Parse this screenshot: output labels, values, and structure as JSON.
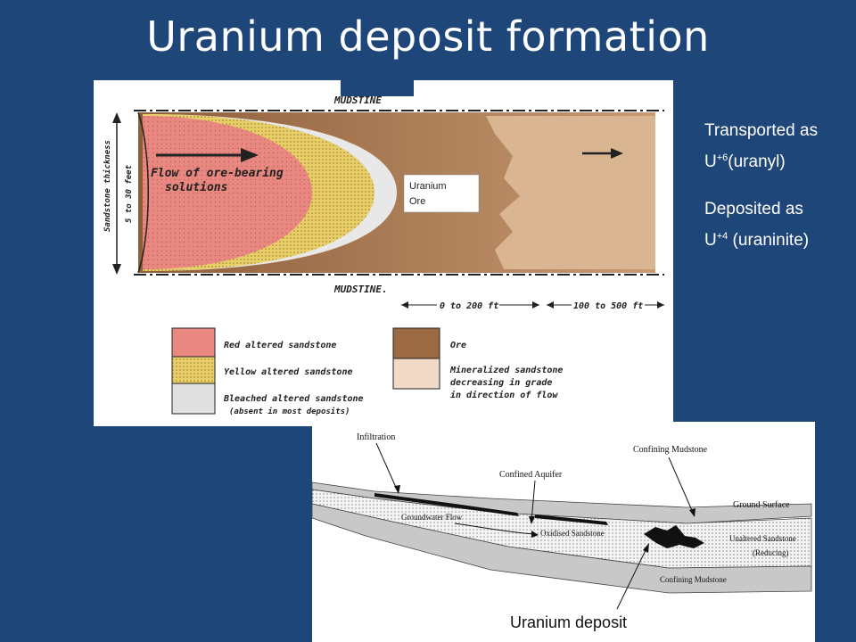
{
  "title": "Uranium deposit formation",
  "side_notes": {
    "transported_label": "Transported as",
    "transported_base": "U",
    "transported_sup": "+6",
    "transported_rest": "(uranyl)",
    "deposited_label": "Deposited as",
    "deposited_base": "U",
    "deposited_sup": "+4",
    "deposited_rest": " (uraninite)"
  },
  "top_diagram": {
    "mudstone_top": "MUDSTINE",
    "mudstone_bottom": "MUDSTINE.",
    "thickness_label_1": "Sandstone thickness",
    "thickness_label_2": "5 to 30 feet",
    "flow_label_1": "Flow of ore-bearing",
    "flow_label_2": "solutions",
    "ore_callout_1": "Uranium",
    "ore_callout_2": "Ore",
    "distance_1": "0 to 200 ft",
    "distance_2": "100 to 500 ft",
    "legend": [
      {
        "label": "Red altered sandstone",
        "color": "#e98880"
      },
      {
        "label": "Yellow altered sandstone",
        "color": "#e8cf6a"
      },
      {
        "label": "Bleached altered sandstone",
        "note": "(absent in most deposits)",
        "color": "#d9d9d9"
      },
      {
        "label": "Ore",
        "color": "#9b6a43"
      },
      {
        "label": "Mineralized sandstone",
        "note1": "decreasing in grade",
        "note2": "in direction of flow",
        "color": "#f0d9c6"
      }
    ]
  },
  "bottom_diagram": {
    "infiltration": "Infiltration",
    "confining_top": "Confining Mudstone",
    "confined_aquifer": "Confined Aquifer",
    "ground_surface": "Ground Surface",
    "groundwater_flow": "Groundwater Flow",
    "oxidised": "Oxidised Sandstone",
    "unaltered_1": "Unaltered Sandstone",
    "unaltered_2": "(Reducing)",
    "confining_bottom": "Confining Mudstone",
    "caption": "Uranium deposit"
  }
}
